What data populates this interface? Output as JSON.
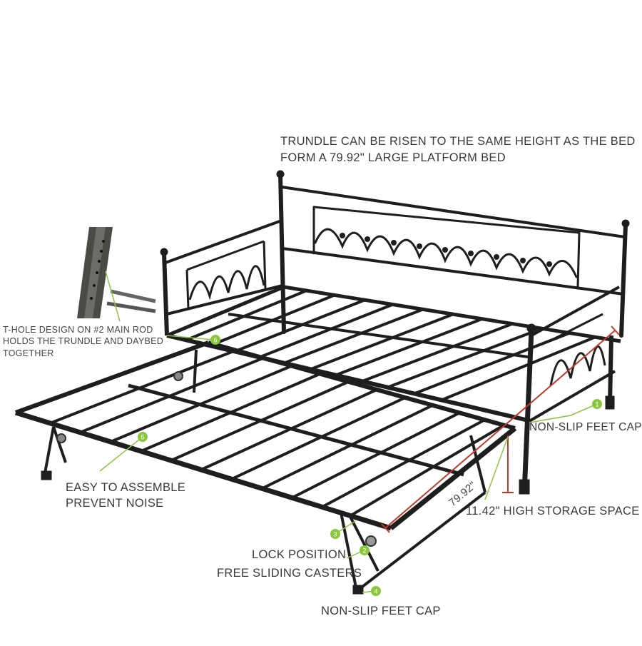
{
  "colors": {
    "background": "#ffffff",
    "frame": "#1e1e1e",
    "callout_green": "#8cc63f",
    "dimension_red": "#c0392b",
    "text": "#3a3a3a"
  },
  "headline": {
    "line1": "TRUNDLE CAN BE RISEN TO THE SAME HEIGHT AS THE BED",
    "line2": "FORM A 79.92\" LARGE PLATFORM BED"
  },
  "callouts": {
    "t_hole": {
      "line1": "T-HOLE DESIGN ON #2 MAIN ROD",
      "line2": "HOLDS THE TRUNDLE AND DAYBED",
      "line3": "TOGETHER"
    },
    "feet_cap_right": "NON-SLIP FEET CAP",
    "assemble": {
      "line1": "EASY TO ASSEMBLE",
      "line2": "PREVENT NOISE"
    },
    "storage": "11.42\" HIGH STORAGE SPACE",
    "lock": "LOCK POSITION",
    "casters": "FREE SLIDING CASTERS",
    "feet_cap_bottom": "NON-SLIP FEET CAP"
  },
  "dimension": "79.92\"",
  "markers": [
    "1",
    "2",
    "3",
    "4",
    "5",
    "6"
  ],
  "icons": [
    "product-photo",
    "t-hole-inset-photo"
  ]
}
